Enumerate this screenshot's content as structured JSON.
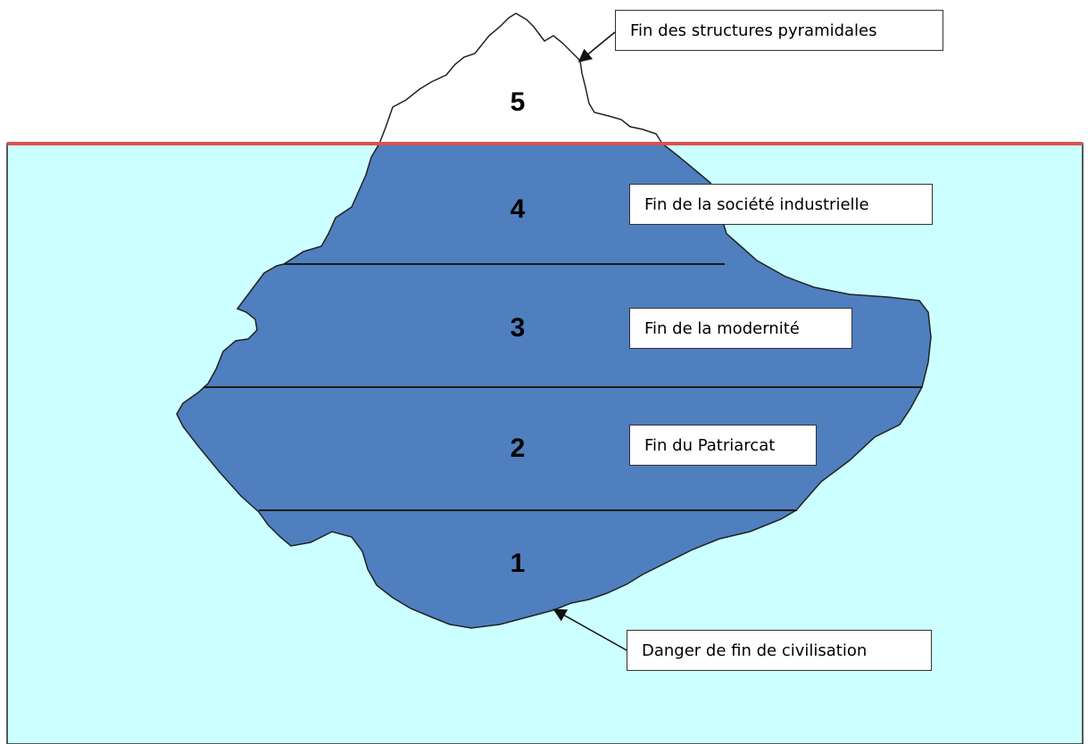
{
  "diagram": {
    "layers": [
      {
        "number": "5",
        "label": "Fin des structures pyramidales"
      },
      {
        "number": "4",
        "label": "Fin de la société industrielle"
      },
      {
        "number": "3",
        "label": "Fin de la modernité"
      },
      {
        "number": "2",
        "label": "Fin du Patriarcat"
      },
      {
        "number": "1",
        "label": ""
      }
    ],
    "bottom_callout": "Danger de fin de civilisation",
    "colors": {
      "sky": "#ffffff",
      "water": "#ccffff",
      "waterline": "#d9534f",
      "iceberg_submerged": "#4f7fbf",
      "iceberg_tip": "#ffffff",
      "outline": "#222222"
    }
  }
}
